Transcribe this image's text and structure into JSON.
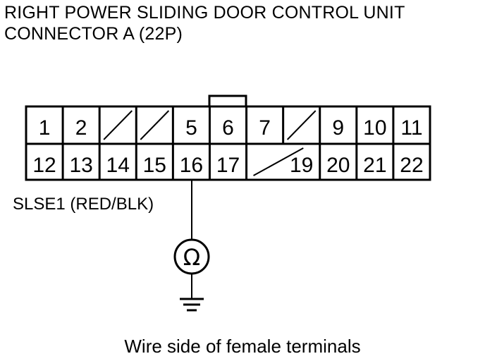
{
  "title": {
    "line1": "RIGHT POWER SLIDING DOOR CONTROL UNIT",
    "line2": "CONNECTOR A (22P)"
  },
  "connector": {
    "top_row": [
      "1",
      "2",
      "",
      "",
      "5",
      "6",
      "7",
      "",
      "9",
      "10",
      "11"
    ],
    "bottom_row": [
      "12",
      "13",
      "14",
      "15",
      "16",
      "17",
      "",
      "19",
      "20",
      "21",
      "22"
    ],
    "unused_top": [
      2,
      3,
      7
    ],
    "merged_bottom_blank": 6
  },
  "wire": {
    "pin": "16",
    "label": "SLSE1 (RED/BLK)",
    "meter_symbol": "Ω"
  },
  "caption": "Wire side of female terminals"
}
